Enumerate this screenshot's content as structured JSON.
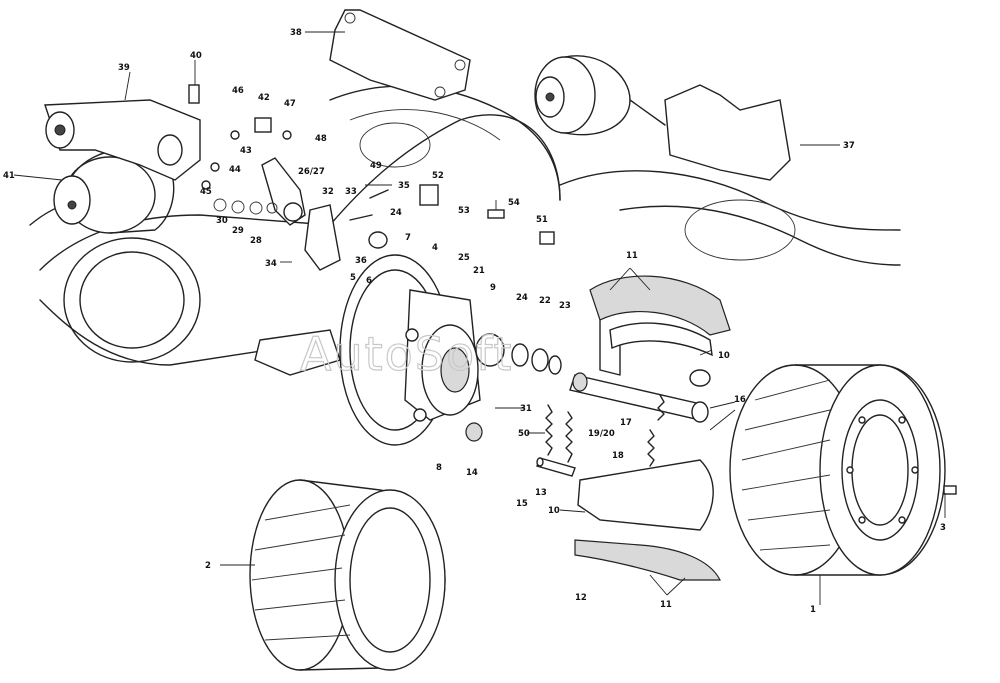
{
  "diagram": {
    "watermark": "AutoSoft",
    "labels": {
      "l1": "1",
      "l2": "2",
      "l3": "3",
      "l4": "4",
      "l5": "5",
      "l6": "6",
      "l7": "7",
      "l8": "8",
      "l9": "9",
      "l10a": "10",
      "l10b": "10",
      "l11a": "11",
      "l11b": "11",
      "l12": "12",
      "l13": "13",
      "l14": "14",
      "l15": "15",
      "l16": "16",
      "l17": "17",
      "l18": "18",
      "l19_20": "19/20",
      "l21": "21",
      "l22": "22",
      "l23": "23",
      "l24a": "24",
      "l24b": "24",
      "l25": "25",
      "l26_27": "26/27",
      "l28": "28",
      "l29": "29",
      "l30": "30",
      "l31": "31",
      "l32": "32",
      "l33": "33",
      "l34": "34",
      "l35": "35",
      "l36": "36",
      "l37": "37",
      "l38": "38",
      "l39": "39",
      "l40": "40",
      "l41": "41",
      "l42": "42",
      "l43": "43",
      "l44": "44",
      "l45": "45",
      "l46": "46",
      "l47": "47",
      "l48": "48",
      "l49": "49",
      "l50": "50",
      "l51": "51",
      "l52": "52",
      "l53": "53",
      "l54": "54"
    }
  }
}
